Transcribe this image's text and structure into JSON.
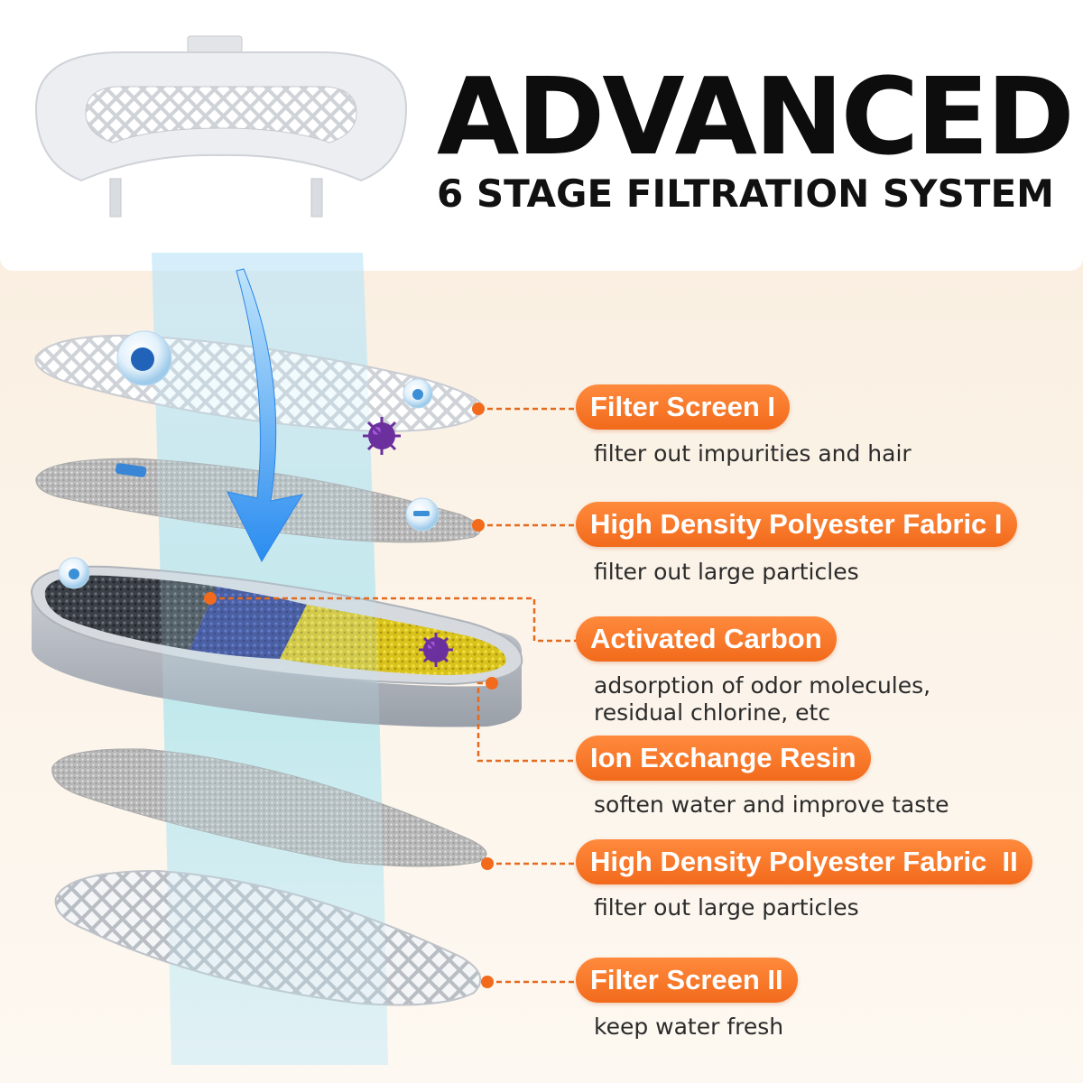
{
  "header": {
    "title": "ADVANCED",
    "subtitle": "6 STAGE FILTRATION SYSTEM"
  },
  "colors": {
    "accent": "#f26a1b",
    "flow": "#3aa0f0",
    "background": "#f8ecdc"
  },
  "stages": [
    {
      "label": "Filter Screen I",
      "description": "filter out impurities and hair"
    },
    {
      "label": "High Density Polyester Fabric I",
      "description": "filter out large particles"
    },
    {
      "label": "Activated Carbon",
      "description": "adsorption of odor molecules,\nresidual chlorine, etc"
    },
    {
      "label": "Ion Exchange Resin",
      "description": "soften water and improve taste"
    },
    {
      "label": "High Density Polyester Fabric  II",
      "description": "filter out large particles"
    },
    {
      "label": "Filter Screen II",
      "description": "keep water fresh"
    }
  ]
}
